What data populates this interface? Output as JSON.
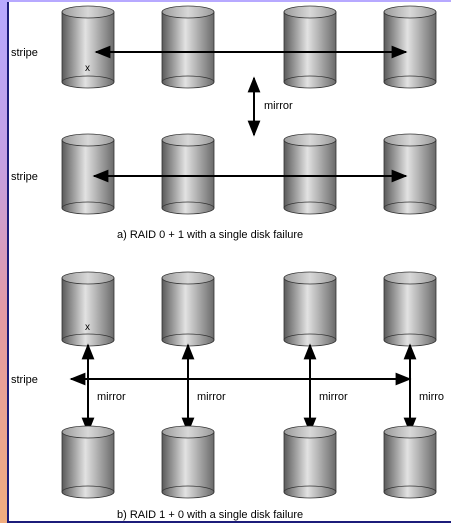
{
  "diagram_a": {
    "top_stripe_label": "stripe",
    "bottom_stripe_label": "stripe",
    "mirror_label": "mirror",
    "failed_disk_mark": "x",
    "caption": "a) RAID 0 + 1 with a single disk failure"
  },
  "diagram_b": {
    "stripe_label": "stripe",
    "mirror_labels": [
      "mirror",
      "mirror",
      "mirror",
      "mirro"
    ],
    "failed_disk_mark": "x",
    "caption": "b) RAID 1 + 0 with a single disk failure"
  },
  "colors": {
    "disk_dark": "#5a5a5a",
    "disk_light": "#e2e2e2",
    "frame_border": "#1c1c7a"
  }
}
